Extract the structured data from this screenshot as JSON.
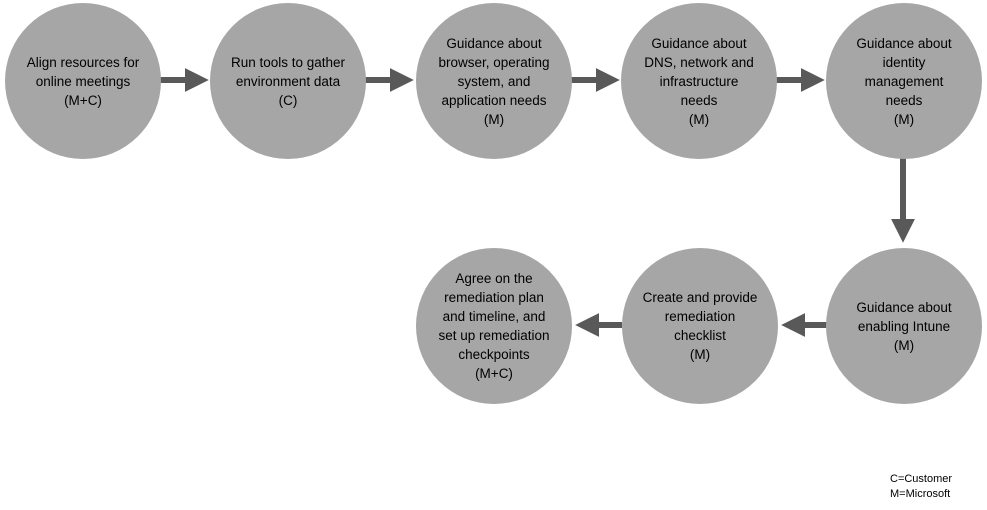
{
  "diagram": {
    "steps": [
      {
        "label": "Align resources for\nonline meetings\n(M+C)"
      },
      {
        "label": "Run tools to gather\nenvironment data\n(C)"
      },
      {
        "label": "Guidance about\nbrowser, operating\nsystem, and\napplication needs\n(M)"
      },
      {
        "label": "Guidance about\nDNS, network and\ninfrastructure\nneeds\n(M)"
      },
      {
        "label": "Guidance about\nidentity\nmanagement\nneeds\n(M)"
      },
      {
        "label": "Guidance about\nenabling Intune\n(M)"
      },
      {
        "label": "Create and provide\nremediation\nchecklist\n(M)"
      },
      {
        "label": "Agree on the\nremediation plan\nand timeline, and\nset up remediation\ncheckpoints\n(M+C)"
      }
    ],
    "legend": {
      "customer": "C=Customer",
      "microsoft": "M=Microsoft"
    },
    "colors": {
      "circle": "#a6a6a6",
      "arrow": "#595959",
      "text": "#000000"
    }
  }
}
